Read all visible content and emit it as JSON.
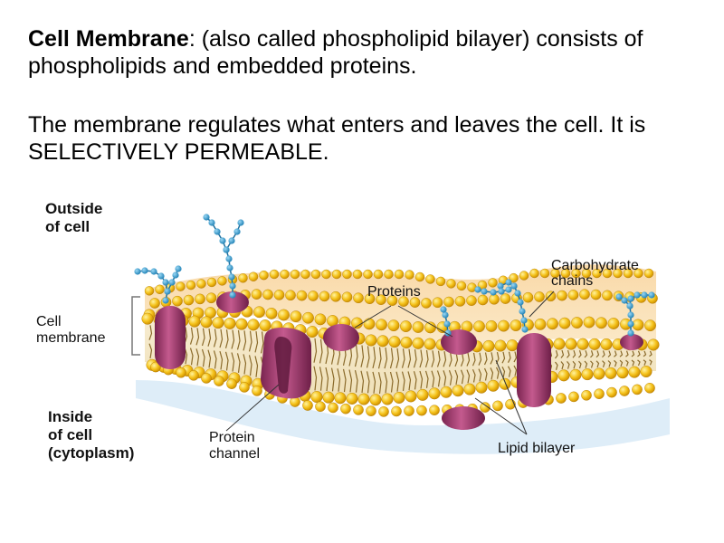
{
  "text": {
    "p1_term": "Cell Membrane",
    "p1_rest": ": (also called phospholipid bilayer) consists of phospholipids and embedded proteins.",
    "p2": "The membrane regulates what enters and leaves the cell.  It is SELECTIVELY PERMEABLE."
  },
  "diagram": {
    "labels": {
      "outside_1": "Outside",
      "outside_2": "of cell",
      "membrane_1": "Cell",
      "membrane_2": "membrane",
      "inside_1": "Inside",
      "inside_2": "of cell",
      "inside_3": "(cytoplasm)",
      "proteins": "Proteins",
      "carb_1": "Carbohydrate",
      "carb_2": "chains",
      "channel_1": "Protein",
      "channel_2": "channel",
      "lipid": "Lipid bilayer"
    },
    "colors": {
      "head": "#f5c21a",
      "tail_bg": "#f3e6c0",
      "protein": "#b0487a",
      "sugar": "#2a9ad0",
      "shadow": "#cfe4f4"
    }
  }
}
